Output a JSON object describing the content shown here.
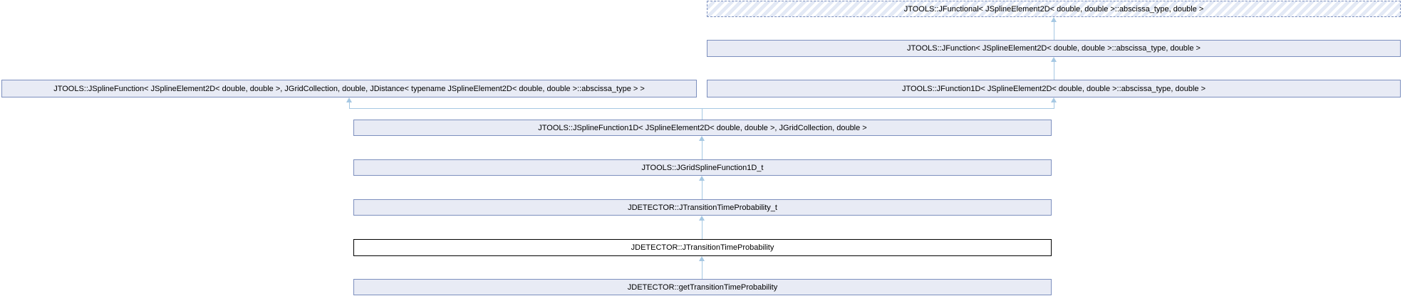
{
  "diagram": {
    "kind": "class-inheritance-graph",
    "nodes": {
      "jfunctional": {
        "label": "JTOOLS::JFunctional< JSplineElement2D< double, double >::abscissa_type, double >",
        "style": "dashed-hatched"
      },
      "jfunction": {
        "label": "JTOOLS::JFunction< JSplineElement2D< double, double >::abscissa_type, double >",
        "style": "normal"
      },
      "jsplinefunction": {
        "label": "JTOOLS::JSplineFunction< JSplineElement2D< double, double >, JGridCollection, double, JDistance< typename JSplineElement2D< double, double >::abscissa_type > >",
        "style": "normal"
      },
      "jfunction1d": {
        "label": "JTOOLS::JFunction1D< JSplineElement2D< double, double >::abscissa_type, double >",
        "style": "normal"
      },
      "jsplinefunction1d": {
        "label": "JTOOLS::JSplineFunction1D< JSplineElement2D< double, double >, JGridCollection, double >",
        "style": "normal"
      },
      "jgridsplinefunction1d_t": {
        "label": "JTOOLS::JGridSplineFunction1D_t",
        "style": "normal"
      },
      "jtransitiontimeprobability_t": {
        "label": "JDETECTOR::JTransitionTimeProbability_t",
        "style": "normal"
      },
      "jtransitiontimeprobability": {
        "label": "JDETECTOR::JTransitionTimeProbability",
        "style": "current-bold"
      },
      "gettransitiontimeprobability": {
        "label": "JDETECTOR::getTransitionTimeProbability",
        "style": "normal"
      }
    },
    "edges": [
      {
        "from": "jfunction",
        "to": "jfunctional"
      },
      {
        "from": "jfunction1d",
        "to": "jfunction"
      },
      {
        "from": "jsplinefunction1d",
        "to": "jsplinefunction"
      },
      {
        "from": "jsplinefunction1d",
        "to": "jfunction1d"
      },
      {
        "from": "jgridsplinefunction1d_t",
        "to": "jsplinefunction1d"
      },
      {
        "from": "jtransitiontimeprobability_t",
        "to": "jgridsplinefunction1d_t"
      },
      {
        "from": "jtransitiontimeprobability",
        "to": "jtransitiontimeprobability_t"
      },
      {
        "from": "gettransitiontimeprobability",
        "to": "jtransitiontimeprobability"
      }
    ],
    "colors": {
      "box_fill": "#E8EBF5",
      "box_border": "#7C8FBE",
      "arrow": "#A6C8E3",
      "current_border": "#000000",
      "text": "#000000",
      "hatch_stripe": "#E3E9F5",
      "background": "#FFFFFF"
    }
  }
}
